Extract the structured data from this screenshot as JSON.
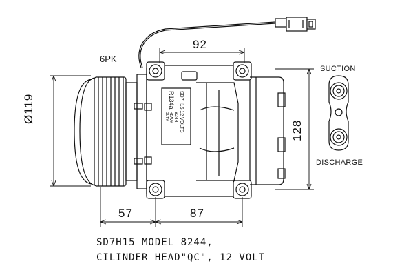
{
  "diagram": {
    "belt_label": "6PK",
    "dimensions": {
      "width_top": "92",
      "clutch_diameter": "Ø119",
      "height_right": "128",
      "bottom_left": "57",
      "bottom_right": "87"
    },
    "ports": {
      "suction": "SUCTION",
      "discharge": "DISCHARGE"
    },
    "nameplate": {
      "line1": "SD7H15 12 VOLTS",
      "line2": "8244",
      "line3": "R134a",
      "line4": "HEAVY",
      "line5": "DUTY"
    },
    "caption": {
      "line1": "SD7H15 MODEL 8244,",
      "line2": "CILINDER HEAD\"QC\", 12 VOLT"
    }
  }
}
